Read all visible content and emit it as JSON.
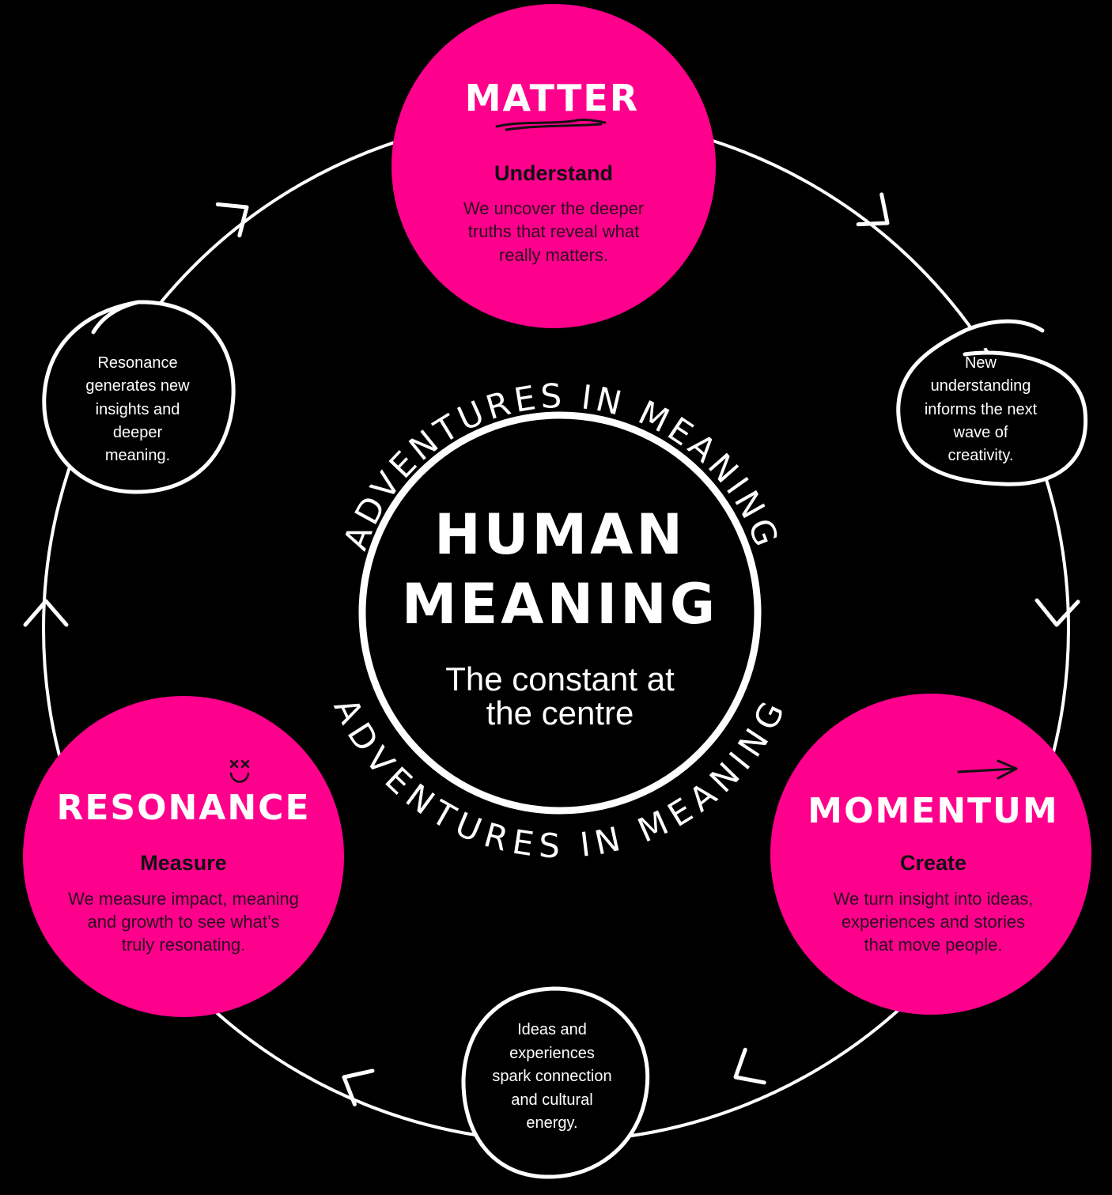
{
  "colors": {
    "background": "#000000",
    "accent": "#ff008c",
    "line": "#ffffff"
  },
  "center": {
    "title_line1": "HUMAN",
    "title_line2": "MEANING",
    "subtitle_line1": "The constant at",
    "subtitle_line2": "the centre",
    "ring_text_top": "ADVENTURES IN MEANING",
    "ring_text_bottom": "ADVENTURES IN MEANING"
  },
  "nodes": {
    "matter": {
      "title": "MATTER",
      "subtitle": "Understand",
      "body": [
        "We uncover the deeper",
        "truths that reveal what",
        "really matters."
      ]
    },
    "momentum": {
      "title": "MOMENTUM",
      "subtitle": "Create",
      "body": [
        "We turn insight into ideas,",
        "experiences and stories",
        "that move people."
      ]
    },
    "resonance": {
      "title": "RESONANCE",
      "subtitle": "Measure",
      "body": [
        "We measure impact, meaning",
        "and growth to see what’s",
        "truly resonating."
      ]
    }
  },
  "bubbles": {
    "top_right": [
      "New",
      "understanding",
      "informs the next",
      "wave of",
      "creativity."
    ],
    "bottom": [
      "Ideas and",
      "experiences",
      "spark connection",
      "and cultural",
      "energy."
    ],
    "top_left": [
      "Resonance",
      "generates new",
      "insights and",
      "deeper",
      "meaning."
    ]
  }
}
